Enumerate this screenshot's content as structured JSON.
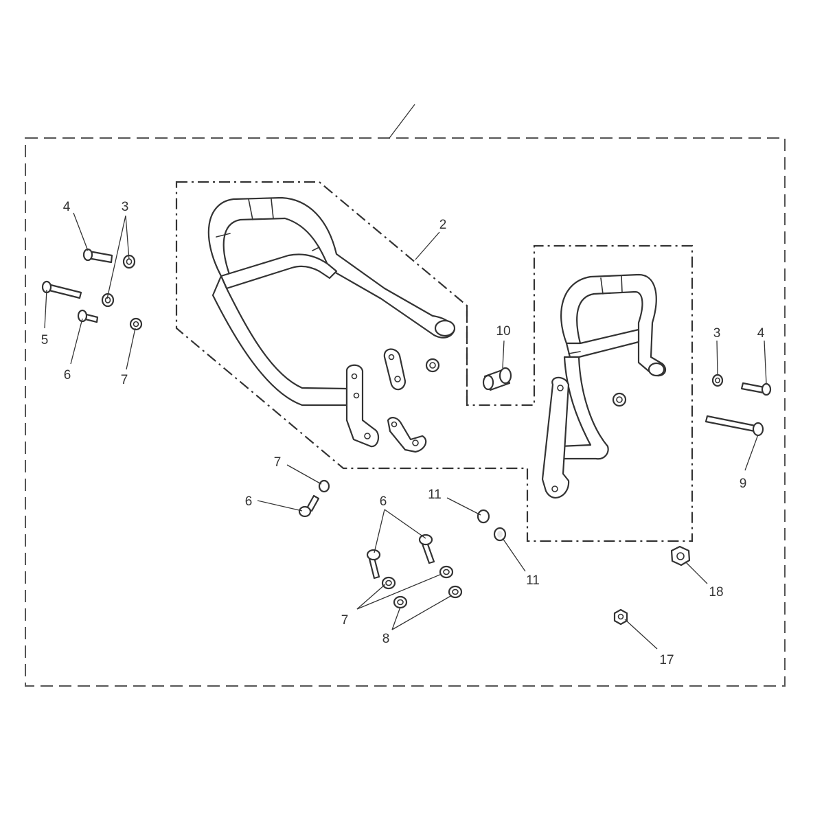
{
  "colors": {
    "line": "#333333",
    "background": "#ffffff",
    "kit_border": "#555555"
  },
  "callouts": [
    {
      "id": "c2",
      "label": "2"
    },
    {
      "id": "c3a",
      "label": "3"
    },
    {
      "id": "c4a",
      "label": "4"
    },
    {
      "id": "c5",
      "label": "5"
    },
    {
      "id": "c6a",
      "label": "6"
    },
    {
      "id": "c7a",
      "label": "7"
    },
    {
      "id": "c3b",
      "label": "3"
    },
    {
      "id": "c4b",
      "label": "4"
    },
    {
      "id": "c9",
      "label": "9"
    },
    {
      "id": "c10",
      "label": "10"
    },
    {
      "id": "c7b",
      "label": "7"
    },
    {
      "id": "c6b",
      "label": "6"
    },
    {
      "id": "c11a",
      "label": "11"
    },
    {
      "id": "c11b",
      "label": "11"
    },
    {
      "id": "c6c",
      "label": "6"
    },
    {
      "id": "c7c",
      "label": "7"
    },
    {
      "id": "c8",
      "label": "8"
    },
    {
      "id": "c18",
      "label": "18"
    },
    {
      "id": "c17",
      "label": "17"
    }
  ]
}
